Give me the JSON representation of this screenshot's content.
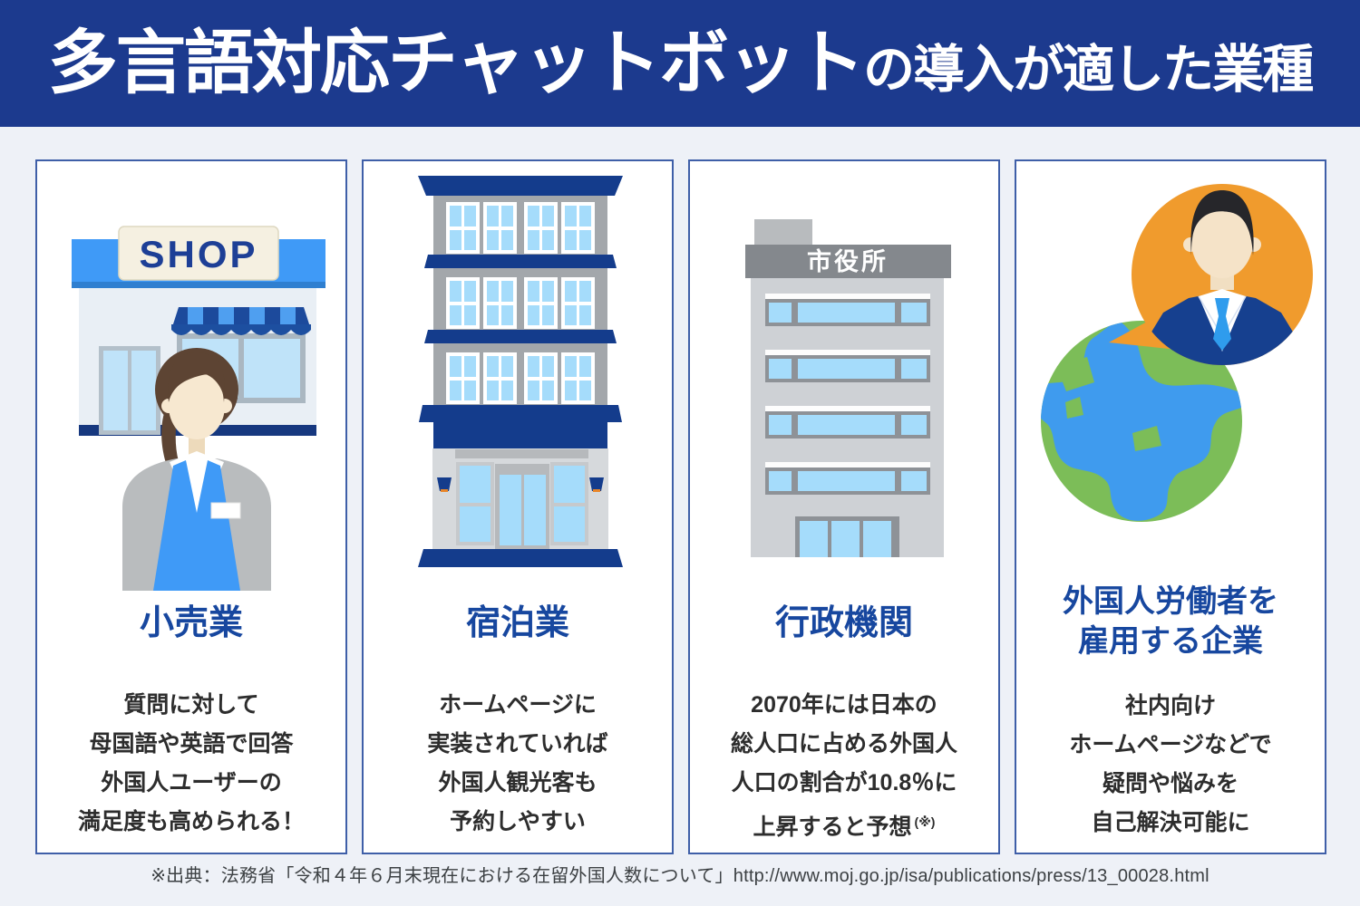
{
  "header": {
    "title_main": "多言語対応チャットボット",
    "title_sub": "の導入が適した業種"
  },
  "cards": [
    {
      "icon": "shop-storefront-with-clerk",
      "illustration_label": "SHOP",
      "title_lines": [
        "小売業"
      ],
      "body_lines": [
        "質問に対して",
        "母国語や英語で回答",
        "外国人ユーザーの",
        "満足度も高められる！"
      ]
    },
    {
      "icon": "hotel-building",
      "title_lines": [
        "宿泊業"
      ],
      "body_lines": [
        "ホームページに",
        "実装されていれば",
        "外国人観光客も",
        "予約しやすい"
      ]
    },
    {
      "icon": "city-hall-building",
      "illustration_label": "市役所",
      "title_lines": [
        "行政機関"
      ],
      "body_lines": [
        "2070年には日本の",
        "総人口に占める外国人",
        "人口の割合が10.8％に",
        "上昇すると予想"
      ],
      "footnote_mark": "(※)"
    },
    {
      "icon": "globe-and-businessman",
      "title_lines": [
        "外国人労働者を",
        "雇用する企業"
      ],
      "body_lines": [
        "社内向け",
        "ホームページなどで",
        "疑問や悩みを",
        "自己解決可能に"
      ]
    }
  ],
  "footer": {
    "source": "※出典：法務省「令和４年６月末現在における在留外国人数について」http://www.moj.go.jp/isa/publications/press/13_00028.html"
  },
  "colors": {
    "header_background": "#1c3a8e",
    "page_background": "#eef1f7",
    "card_border": "#3f5fa8",
    "card_title_blue": "#17479f",
    "body_text": "#2d2d2d",
    "bright_blue": "#3f9af7",
    "navy": "#143c8c",
    "awning_dark_blue": "#1c4a9c",
    "awning_light_blue": "#4f9ff0",
    "window_light_blue": "#a5dcfb",
    "sign_cream": "#f5f0e1",
    "building_gray": "#a3a7ab",
    "city_hall_gray": "#ced1d5",
    "city_hall_sign_gray": "#84888d",
    "globe_green": "#7cbd58",
    "globe_blue": "#3f9bee",
    "speech_bubble_orange": "#f09b2d",
    "suit_navy": "#16408f",
    "tie_blue": "#2f9ced",
    "hair_brown": "#5d4433",
    "skin": "#f7e8d0"
  }
}
